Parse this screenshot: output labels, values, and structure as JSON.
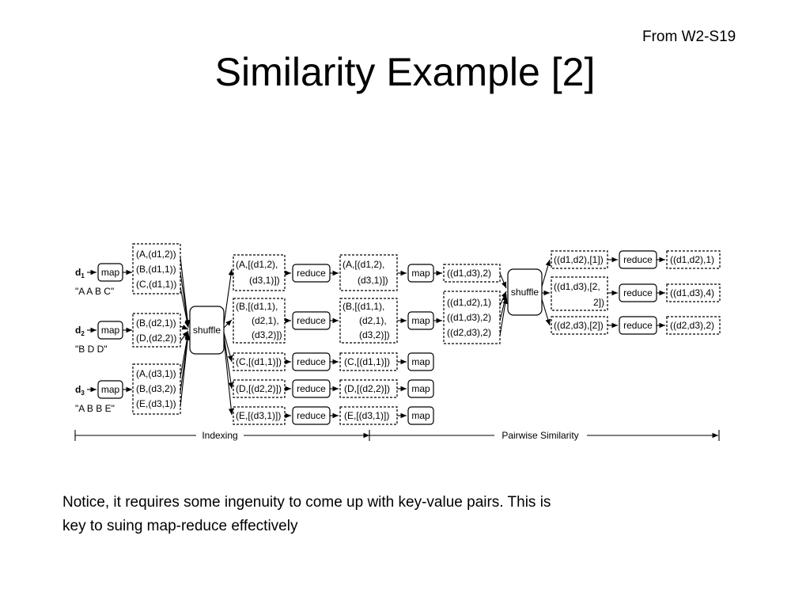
{
  "slide": {
    "source_ref": "From W2-S19",
    "title": "Similarity Example [2]",
    "note_line1": "Notice, it requires some ingenuity to come up with key-value pairs. This is",
    "note_line2": "key to suing map-reduce effectively"
  },
  "diagram": {
    "docs": [
      {
        "id": "d",
        "sub": "1",
        "text": "\"A A B C\""
      },
      {
        "id": "d",
        "sub": "2",
        "text": "\"B D D\""
      },
      {
        "id": "d",
        "sub": "3",
        "text": "\"A B B E\""
      }
    ],
    "ops": {
      "map": "map",
      "shuffle": "shuffle",
      "reduce": "reduce"
    },
    "map_outputs": [
      [
        "(A,(d1,2))",
        "(B,(d1,1))",
        "(C,(d1,1))"
      ],
      [
        "(B,(d2,1))",
        "(D,(d2,2))"
      ],
      [
        "(A,(d3,1))",
        "(B,(d3,2))",
        "(E,(d3,1))"
      ]
    ],
    "postings": [
      [
        "(A,[(d1,2),",
        "(d3,1)])"
      ],
      [
        "(B,[(d1,1),",
        "(d2,1),",
        "(d3,2)])"
      ],
      [
        "(C,[(d1,1)])"
      ],
      [
        "(D,[(d2,2)])"
      ],
      [
        "(E,[(d3,1)])"
      ]
    ],
    "pair_outputs": [
      [
        "((d1,d3),2)"
      ],
      [
        "((d1,d2),1)",
        "((d1,d3),2)",
        "((d2,d3),2)"
      ]
    ],
    "grouped": [
      [
        "((d1,d2),[1])"
      ],
      [
        "((d1,d3),[2,",
        "2])"
      ],
      [
        "((d2,d3),[2])"
      ]
    ],
    "results": [
      "((d1,d2),1)",
      "((d1,d3),4)",
      "((d2,d3),2)"
    ],
    "phases": [
      "Indexing",
      "Pairwise Similarity"
    ]
  }
}
